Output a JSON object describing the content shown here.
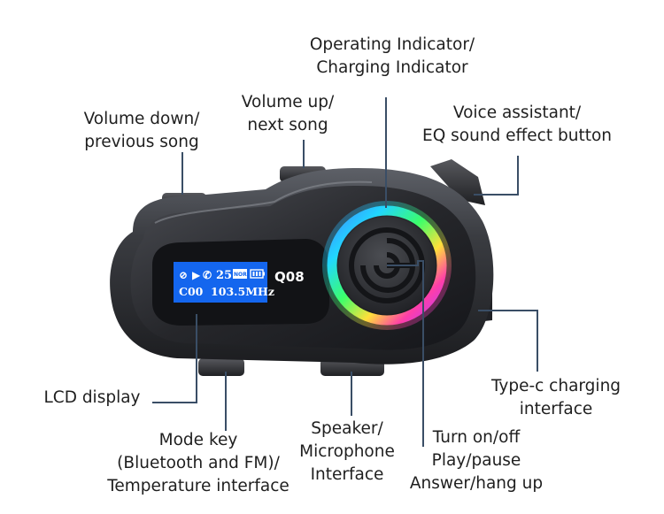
{
  "labels": {
    "operating_indicator": [
      "Operating Indicator/",
      "Charging Indicator"
    ],
    "volume_up": [
      "Volume up/",
      "next song"
    ],
    "volume_down": [
      "Volume down/",
      "previous song"
    ],
    "voice_assistant": [
      "Voice assistant/",
      "EQ sound effect button"
    ],
    "type_c": [
      "Type-c charging",
      "interface"
    ],
    "lcd_display": [
      "LCD display"
    ],
    "mode_key": [
      "Mode key",
      "(Bluetooth and FM)/",
      "Temperature interface"
    ],
    "speaker_mic": [
      "Speaker/",
      "Microphone",
      "Interface"
    ],
    "power": [
      "Turn on/off",
      "Play/pause",
      "Answer/hang up"
    ]
  },
  "device": {
    "model": "Q08",
    "lcd_line1_volume": "25",
    "lcd_line2": "C00  103.5MHz",
    "lcd_badge": "NOR"
  },
  "colors": {
    "lcd_blue": "#1466ee",
    "body_dark": "#2b2d31",
    "leader_line": "#3a4e66"
  }
}
